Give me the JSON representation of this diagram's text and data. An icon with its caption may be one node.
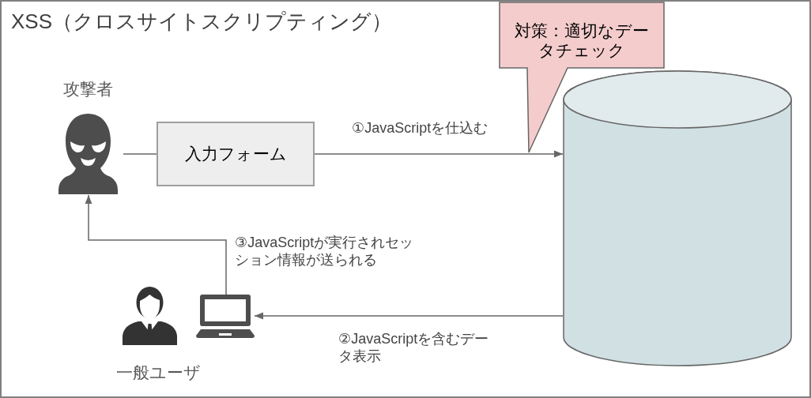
{
  "diagram": {
    "title": "XSS（クロスサイトスクリプティング）",
    "nodes": [
      {
        "text": [
          "対策：適切なデータチェック"
        ]
      },
      {
        "text": [
          "攻撃者"
        ]
      },
      {
        "text": [
          "入力フォーム"
        ]
      },
      {
        "text": [],
        "shape": "cylinder"
      },
      {
        "text": [
          "一般ユーザ"
        ]
      },
      {
        "text": [],
        "shape": "picture"
      }
    ],
    "edges": [
      {
        "from": 1,
        "to": 2,
        "arrow": "none"
      },
      {
        "from": 2,
        "to": 3,
        "arrow": "to",
        "label": "①JavaScriptを仕込む"
      },
      {
        "from": 3,
        "to": 5,
        "arrow": "to",
        "label": "②JavaScriptを含むデータ表示"
      },
      {
        "from": 5,
        "to": 1,
        "arrow": "to",
        "label": "③JavaScriptが実行されセッション情報が送られる"
      }
    ]
  }
}
